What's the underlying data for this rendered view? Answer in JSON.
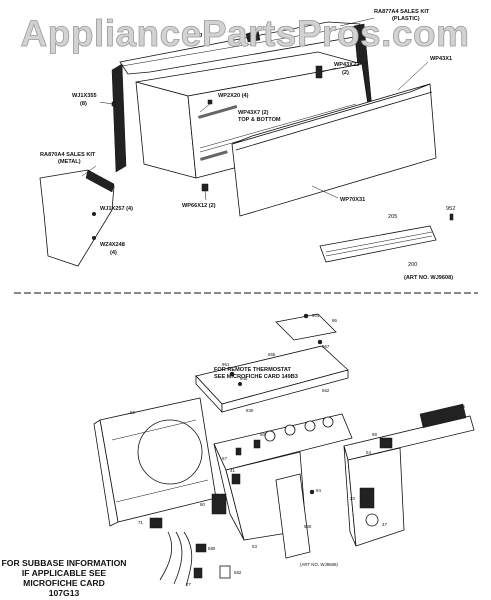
{
  "watermark": "AppliancePartsPros.com",
  "upper_section": {
    "labels": {
      "ra877a4": "RA877A4 SALES KIT",
      "ra877a4_sub": "(PLASTIC)",
      "wj": "WJ",
      "wp43x1": "WP43X1",
      "wp43x22": "WP43X22",
      "wp43x22_qty": "(2)",
      "wj1x355": "WJ1X355",
      "wj1x355_qty": "(8)",
      "wp2x20": "WP2X20 (4)",
      "wp43x7": "WP43X7 (2)",
      "wp43x7_sub": "TOP & BOTTOM",
      "ra870a4": "RA870A4 SALES KIT",
      "ra870a4_sub": "(METAL)",
      "wj1x257": "WJ1X257 (4)",
      "wz4x248": "WZ4X248",
      "wz4x248_qty": "(4)",
      "wp66x12": "WP66X12 (2)",
      "wp70x31": "WP70X31",
      "n205": "205",
      "n952": "952",
      "n200": "200",
      "art_no": "(ART NO. WJ9608)"
    }
  },
  "lower_section": {
    "labels": {
      "remote_1": "FOR REMOTE THERMOSTAT",
      "remote_2": "SEE MICROFICHE CARD 149B3",
      "n565": "565",
      "n562": "562",
      "n951": "951",
      "n904": "904",
      "n86": "86",
      "n94": "94",
      "n967": "967",
      "n52": "52",
      "n930": "930",
      "n67": "67",
      "n90": "90",
      "n41": "41",
      "n80": "80",
      "n560": "560",
      "n940": "940",
      "n53": "53",
      "n94b": "94",
      "n582": "582",
      "n580": "580",
      "n71": "71",
      "n77": "77",
      "n88": "88",
      "n20": "20",
      "n47": "47",
      "n45": "45",
      "n54": "54",
      "art_no": "(ART NO. WJ9589)"
    },
    "subbase_note": [
      "FOR SUBBASE INFORMATION",
      "IF APPLICABLE SEE",
      "MICROFICHE CARD",
      "107G13"
    ]
  }
}
